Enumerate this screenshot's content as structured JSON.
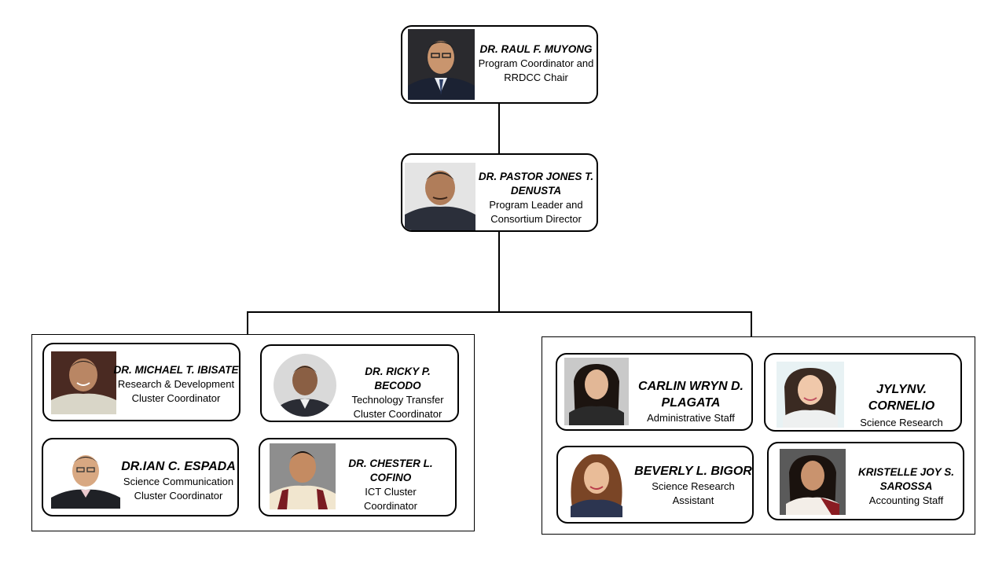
{
  "top": {
    "name": "DR. RAUL F. MUYONG",
    "role": "Program Coordinator and RRDCC Chair"
  },
  "leader": {
    "name": "DR. PASTOR JONES T. DENUSTA",
    "role": "Program Leader and Consortium Director"
  },
  "left_group": [
    {
      "name": "DR. MICHAEL T. IBISATE",
      "role": "Research & Development Cluster Coordinator"
    },
    {
      "name": "DR. RICKY P. BECODO",
      "role": "Technology Transfer Cluster Coordinator"
    },
    {
      "name": "DR.IAN C. ESPADA",
      "role": "Science Communication Cluster Coordinator"
    },
    {
      "name": "DR. CHESTER L. COFINO",
      "role": "ICT Cluster Coordinator"
    }
  ],
  "right_group": [
    {
      "name": "CARLIN WRYN D. PLAGATA",
      "role": "Administrative Staff"
    },
    {
      "name": "JYLYNV. CORNELIO",
      "role": "Science Research Assistant"
    },
    {
      "name": "BEVERLY L. BIGOR",
      "role": "Science Research Assistant"
    },
    {
      "name": "KRISTELLE JOY S. SAROSSA",
      "role": "Accounting Staff"
    }
  ]
}
